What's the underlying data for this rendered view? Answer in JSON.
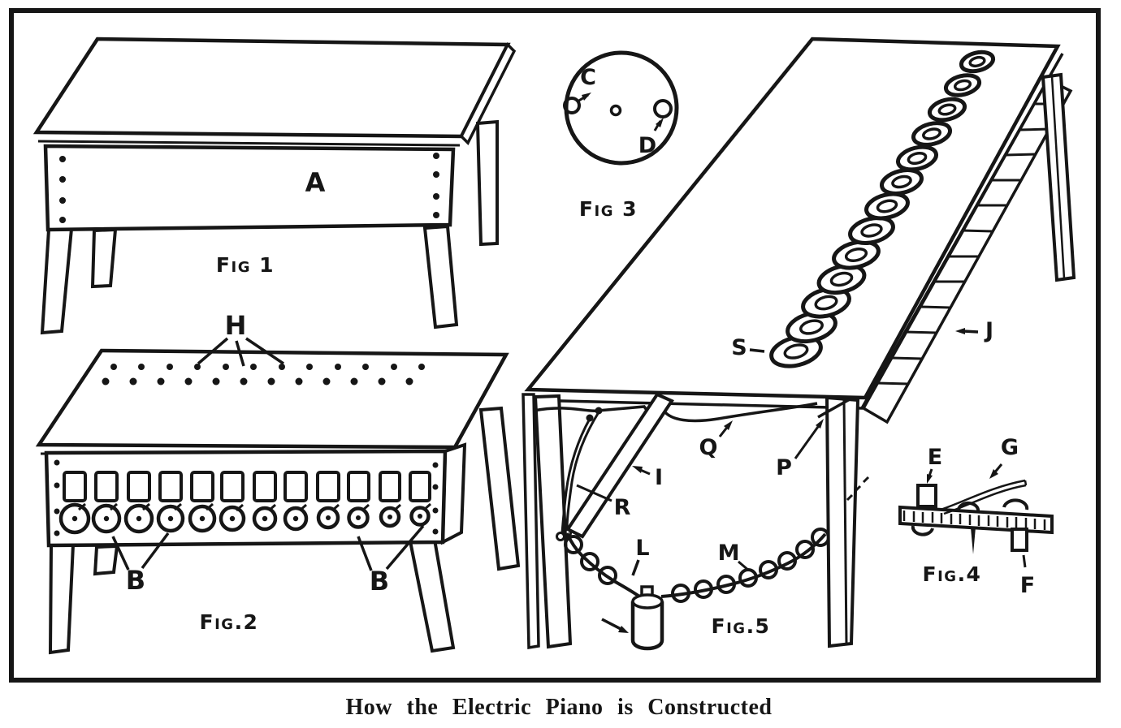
{
  "caption": "How the Electric Piano is Constructed",
  "colors": {
    "ink": "#161616",
    "paper": "#ffffff"
  },
  "fig1": {
    "label": "Fig 1",
    "part_a": "A"
  },
  "fig2": {
    "label": "Fig.2",
    "part_h": "H",
    "part_b_left": "B",
    "part_b_right": "B"
  },
  "fig3": {
    "label": "Fig 3",
    "part_c": "C",
    "part_d": "D"
  },
  "fig4": {
    "label": "Fig.4",
    "part_e": "E",
    "part_g": "G",
    "part_f": "F"
  },
  "fig5": {
    "label": "Fig.5",
    "part_s": "S",
    "part_j": "J",
    "part_q": "Q",
    "part_p": "P",
    "part_i": "I",
    "part_r": "R",
    "part_l": "L",
    "part_m": "M"
  }
}
